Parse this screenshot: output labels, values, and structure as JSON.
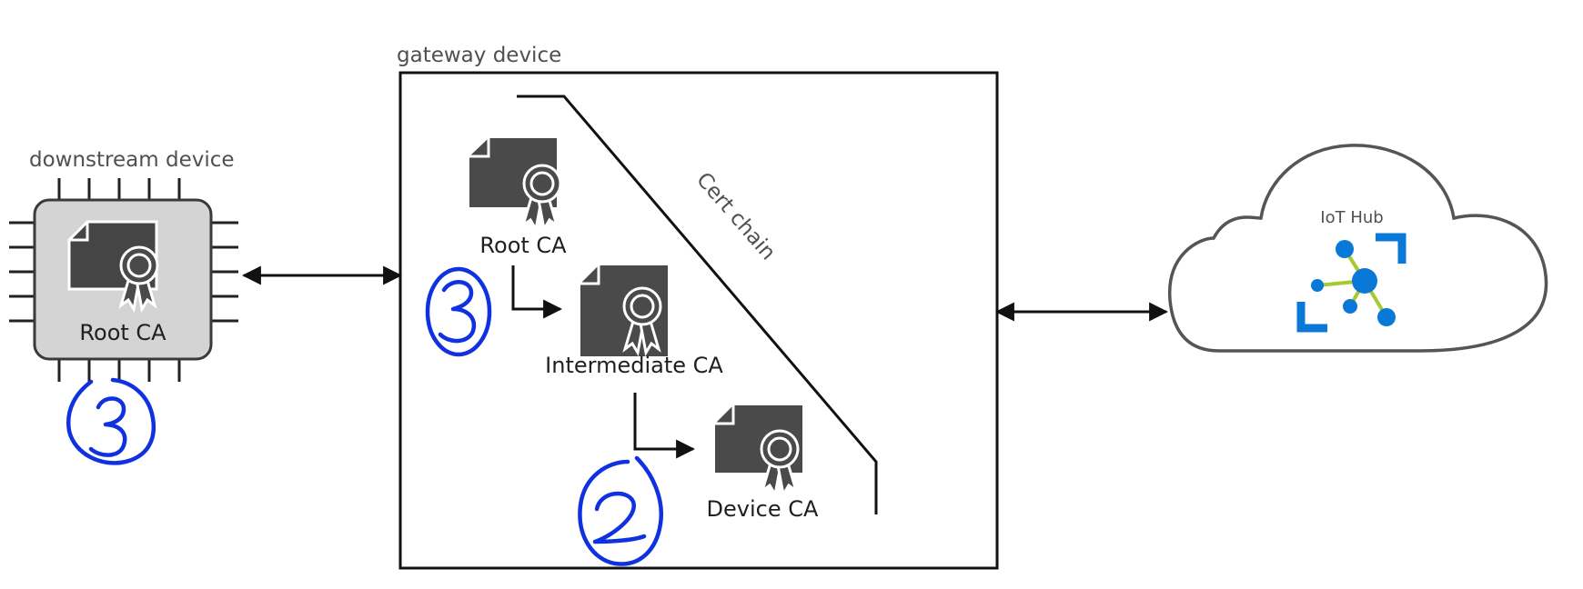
{
  "downstream": {
    "title": "downstream device",
    "cert_label": "Root CA"
  },
  "gateway": {
    "title": "gateway device",
    "chain_label": "Cert chain",
    "certs": [
      {
        "label": "Root CA"
      },
      {
        "label": "Intermediate CA"
      },
      {
        "label": "Device CA"
      }
    ]
  },
  "cloud": {
    "label": "IoT Hub",
    "colors": {
      "blue": "#0a78d7",
      "green": "#a6c92b",
      "outline": "#555555"
    }
  },
  "annotations": {
    "marks": [
      "3",
      "3",
      "2"
    ],
    "color": "#1031e0"
  }
}
